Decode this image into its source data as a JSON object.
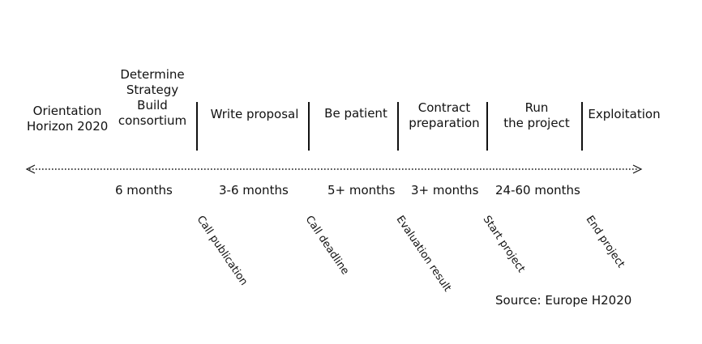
{
  "phases": [
    {
      "lines": [
        "Orientation",
        "Horizon 2020"
      ]
    },
    {
      "lines": [
        "Determine",
        "Strategy",
        "Build",
        "consortium"
      ]
    },
    {
      "lines": [
        "Write proposal"
      ]
    },
    {
      "lines": [
        "Be patient"
      ]
    },
    {
      "lines": [
        "Contract",
        "preparation"
      ]
    },
    {
      "lines": [
        "Run",
        "the project"
      ]
    },
    {
      "lines": [
        "Exploitation"
      ]
    }
  ],
  "durations": [
    "6 months",
    "3-6 months",
    "5+ months",
    "3+ months",
    "24-60 months"
  ],
  "milestones": [
    "Call publication",
    "Call deadline",
    "Evaluation result",
    "Start project",
    "End project"
  ],
  "source": "Source: Europe H2020"
}
